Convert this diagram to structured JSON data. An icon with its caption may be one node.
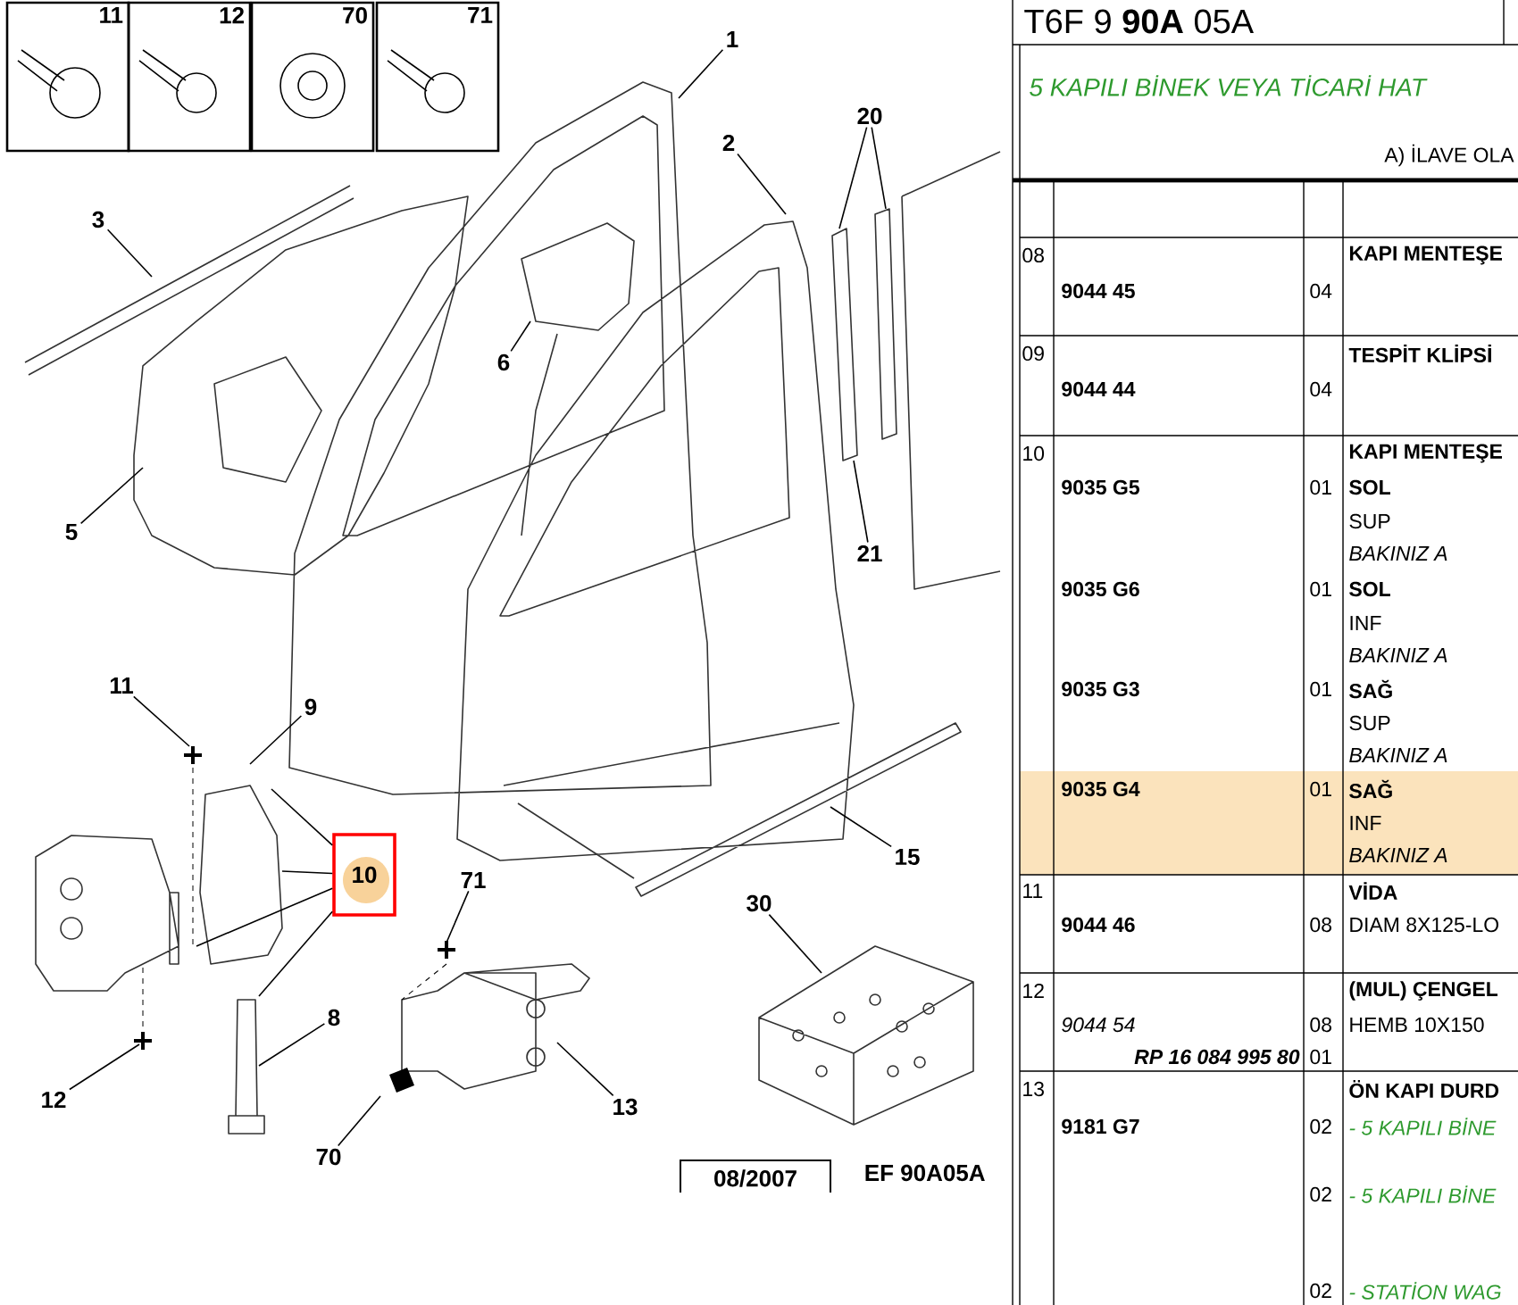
{
  "diagram": {
    "nodes": [
      {
        "text": [
          "11"
        ]
      },
      {
        "text": [
          "12"
        ]
      },
      {
        "text": [
          "70"
        ]
      },
      {
        "text": [
          "71"
        ]
      },
      {
        "text": [
          "1"
        ]
      },
      {
        "text": [
          "2"
        ]
      },
      {
        "text": [
          "20"
        ]
      },
      {
        "text": [
          "3"
        ]
      },
      {
        "text": [
          "6"
        ]
      },
      {
        "text": [
          "5"
        ]
      },
      {
        "text": [
          "21"
        ]
      },
      {
        "text": [
          "11"
        ]
      },
      {
        "text": [
          "9"
        ]
      },
      {
        "text": [
          "10"
        ]
      },
      {
        "text": [
          "8"
        ]
      },
      {
        "text": [
          "12"
        ]
      },
      {
        "text": [
          "71"
        ]
      },
      {
        "text": [
          "15"
        ]
      },
      {
        "text": [
          "30"
        ]
      },
      {
        "text": [
          "13"
        ]
      },
      {
        "text": [
          "70"
        ]
      }
    ],
    "edges": [
      {
        "from": 4,
        "to": null,
        "arrow": "none"
      },
      {
        "from": 5,
        "to": null,
        "arrow": "none"
      },
      {
        "from": 6,
        "to": null,
        "arrow": "none"
      },
      {
        "from": 6,
        "to": null,
        "arrow": "none"
      },
      {
        "from": 7,
        "to": null,
        "arrow": "none"
      },
      {
        "from": 8,
        "to": null,
        "arrow": "none"
      },
      {
        "from": 9,
        "to": null,
        "arrow": "none"
      },
      {
        "from": 10,
        "to": null,
        "arrow": "none"
      },
      {
        "from": 11,
        "to": null,
        "arrow": "none"
      },
      {
        "from": 12,
        "to": null,
        "arrow": "none"
      },
      {
        "from": 13,
        "to": null,
        "arrow": "none"
      },
      {
        "from": 13,
        "to": null,
        "arrow": "none"
      },
      {
        "from": 13,
        "to": null,
        "arrow": "none"
      },
      {
        "from": 13,
        "to": null,
        "arrow": "none"
      },
      {
        "from": 14,
        "to": null,
        "arrow": "none"
      },
      {
        "from": 15,
        "to": null,
        "arrow": "none"
      },
      {
        "from": 16,
        "to": null,
        "arrow": "none"
      },
      {
        "from": 17,
        "to": null,
        "arrow": "none"
      },
      {
        "from": 18,
        "to": null,
        "arrow": "none"
      },
      {
        "from": 19,
        "to": null,
        "arrow": "none"
      },
      {
        "from": 20,
        "to": null,
        "arrow": "none"
      }
    ],
    "labels": [
      "T6F 9 **90A** 05A",
      "5 KAPILI BİNEK VEYA TİCARİ HAT",
      "A) İLAVE OLA",
      "08",
      "9044 45",
      "04",
      "KAPI MENTEŞE",
      "09",
      "9044 44",
      "04",
      "TESPİT KLİPSİ",
      "10",
      "KAPI MENTEŞE",
      "9035 G5",
      "01",
      "SOL",
      "SUP",
      "BAKINIZ A",
      "9035 G6",
      "01",
      "SOL",
      "INF",
      "BAKINIZ A",
      "9035 G3",
      "01",
      "SAĞ",
      "SUP",
      "BAKINIZ A",
      "9035 G4",
      "01",
      "SAĞ",
      "INF",
      "BAKINIZ A",
      "11",
      "VİDA",
      "9044 46",
      "08",
      "DIAM 8X125-LO",
      "12",
      "(MUL) ÇENGEL",
      "9044 54",
      "08",
      "HEMB 10X150",
      "RP 16 084 995 80",
      "01",
      "13",
      "ÖN KAPI DURD",
      "9181 G7",
      "02",
      "- 5 KAPILI BİNE",
      "02",
      "- 5 KAPILI BİNE",
      "02",
      "- STATİON WAG",
      "08/2007",
      "EF 90A05A"
    ]
  }
}
